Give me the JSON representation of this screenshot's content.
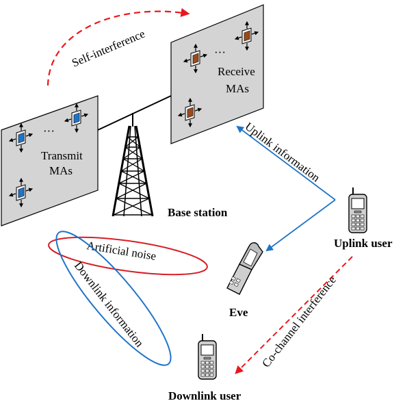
{
  "labels": {
    "self_interference": "Self-interference",
    "receive_line1": "Receive",
    "receive_line2": "MAs",
    "transmit_line1": "Transmit",
    "transmit_line2": "MAs",
    "uplink_information": "Uplink information",
    "base_station": "Base station",
    "artificial_noise": "Artificial noise",
    "downlink_information": "Downlink information",
    "uplink_user": "Uplink user",
    "eve": "Eve",
    "co_channel_interference": "Co-channel interference",
    "downlink_user": "Downlink user",
    "ellipsis_receive": "···",
    "ellipsis_transmit": "···"
  },
  "colors": {
    "panel_fill": "#d4d4d4",
    "transmit_element": "#1f74c8",
    "receive_element": "#9c4a1a",
    "uplink_arrow": "#1f74c8",
    "downlink_ellipse": "#1f74c8",
    "noise_ellipse": "#d61f26",
    "interference_arrow": "#e8171d",
    "phone_body": "#cfcfcf"
  },
  "icons": {
    "movable_antenna": "movable-antenna-icon",
    "tower": "lattice-tower-icon",
    "mobile_phone": "mobile-phone-icon",
    "flip_phone": "flip-phone-icon"
  }
}
